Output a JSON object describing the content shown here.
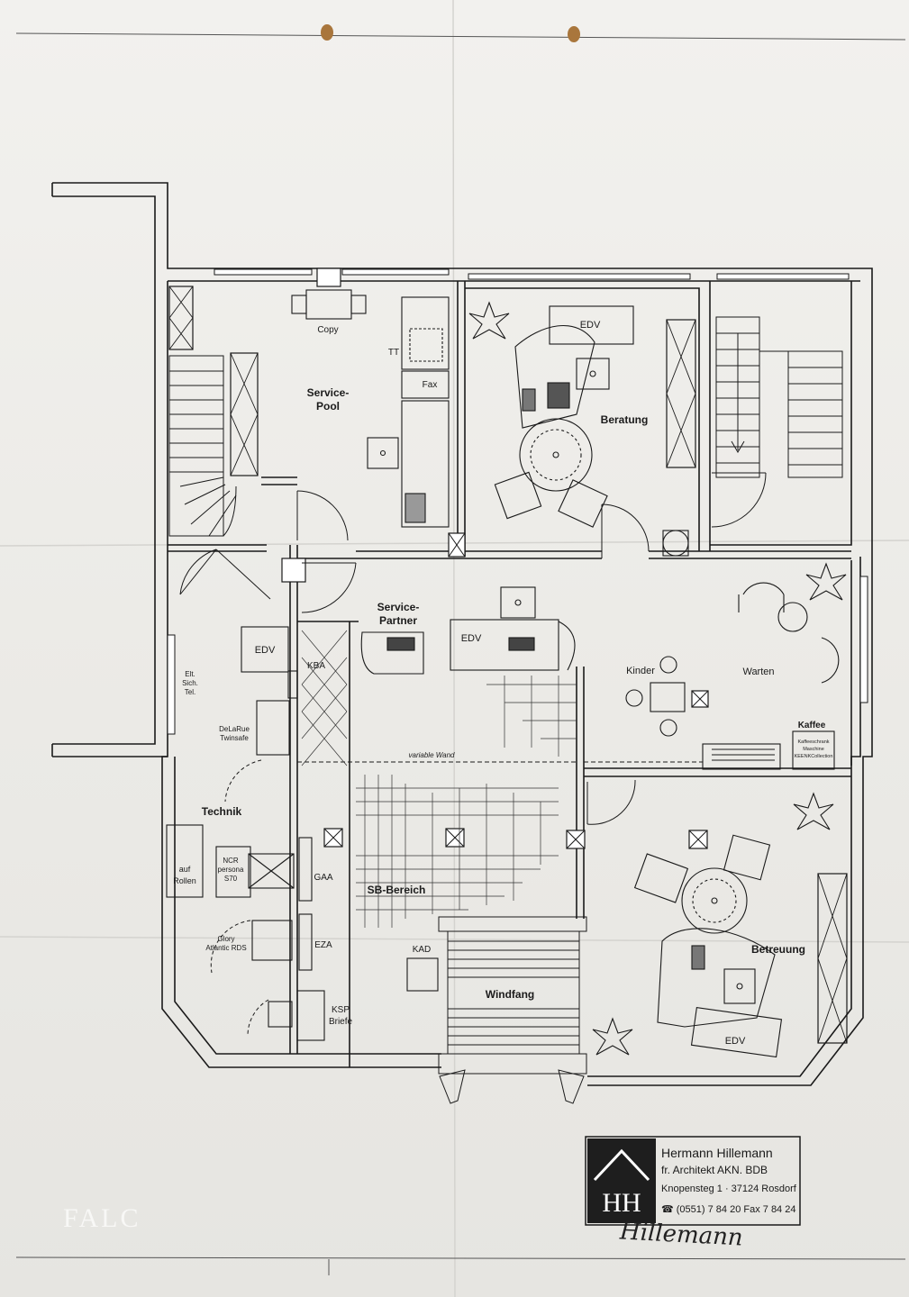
{
  "rooms": {
    "service_pool": [
      "Service-",
      "Pool"
    ],
    "beratung": "Beratung",
    "service_partner": [
      "Service-",
      "Partner"
    ],
    "kinder": "Kinder",
    "warten": "Warten",
    "kaffee": "Kaffee",
    "technik": "Technik",
    "sb_bereich": "SB-Bereich",
    "windfang": "Windfang",
    "betreuung": "Betreuung"
  },
  "equipment": {
    "copy": "Copy",
    "tt": "TT",
    "fax": "Fax",
    "edv_beratung": "EDV",
    "edv_partner": "EDV",
    "edv_technik": "EDV",
    "edv_betreuung": "EDV",
    "kba": "KBA",
    "elt": [
      "Elt.",
      "Sich.",
      "Tel."
    ],
    "delarue": [
      "DeLaRue",
      "Twinsafe"
    ],
    "variable_wand": "variable Wand",
    "coffee_machine": [
      "Kaffeeschrank",
      "Maschine",
      "KEENKCollection"
    ],
    "auf_rollen": [
      "auf",
      "Rollen"
    ],
    "ncr": [
      "NCR",
      "persona",
      "S70"
    ],
    "gaa": "GAA",
    "glory": [
      "Glory",
      "Atlantic RDS"
    ],
    "eza": "EZA",
    "kad": "KAD",
    "ksp": [
      "KSP",
      "Briefe"
    ]
  },
  "stamp": {
    "name": "Hermann Hillemann",
    "title": "fr. Architekt AKN. BDB",
    "address": "Knopensteg 1  ·  37124 Rosdorf",
    "phone": "(0551) 7 84 20  Fax 7 84 24",
    "logo_letters": "HH",
    "signature": "Hillemann"
  },
  "watermark": "FALC"
}
